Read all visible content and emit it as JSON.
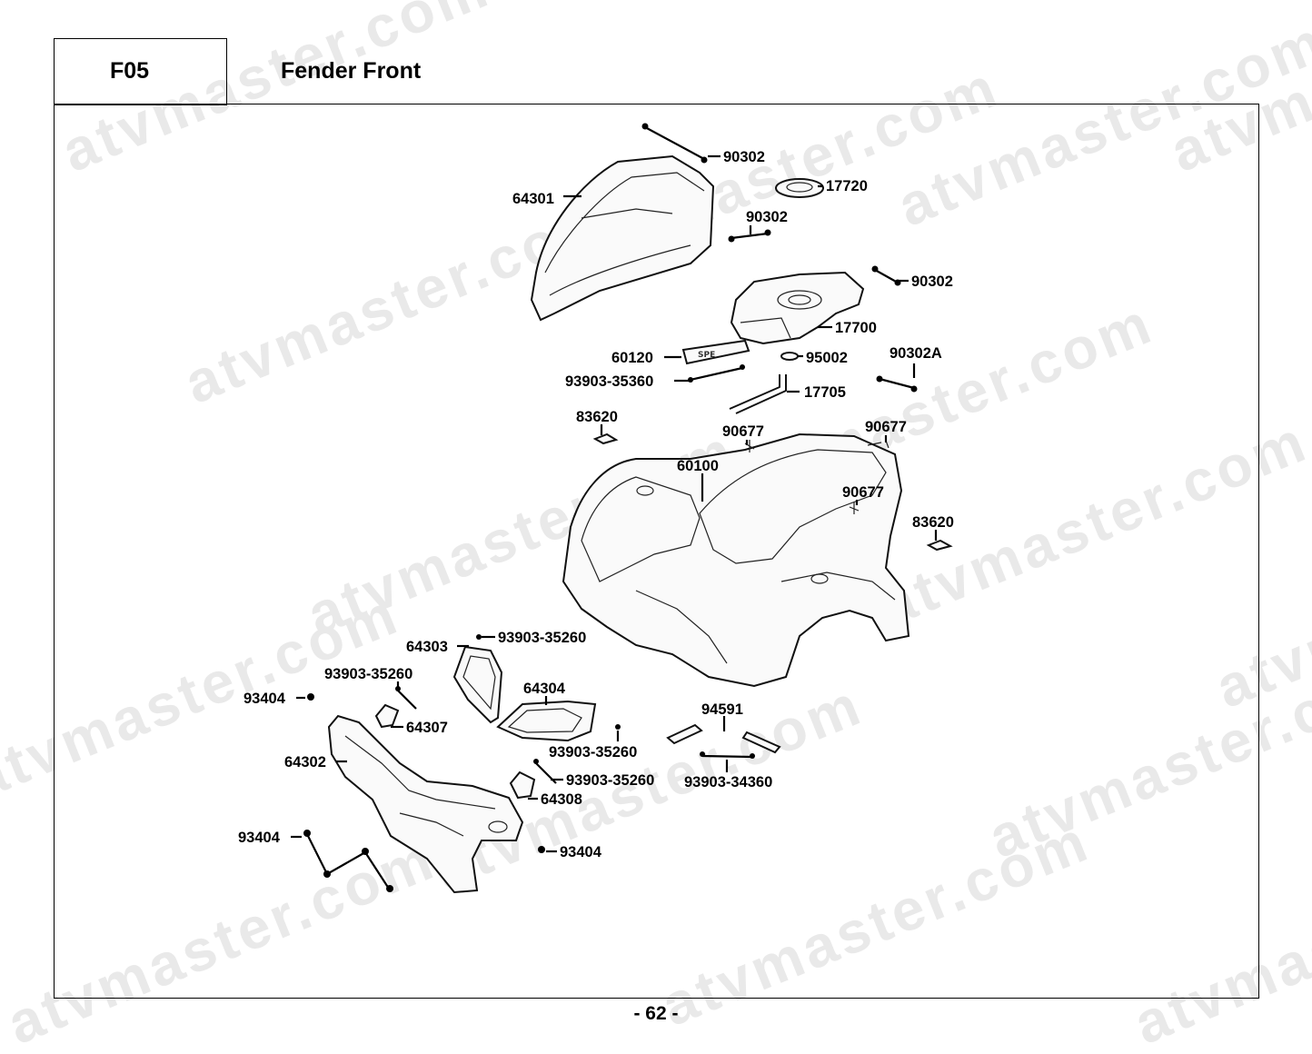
{
  "header": {
    "section_code": "F05",
    "section_title": "Fender Front"
  },
  "footer": {
    "page_number": "- 62 -"
  },
  "watermark": "atvmaster.com",
  "part_labels": [
    "90302",
    "17720",
    "64301",
    "90302",
    "90302",
    "17700",
    "60120",
    "95002",
    "90302A",
    "93903-35360",
    "17705",
    "83620",
    "90677",
    "90677",
    "60100",
    "90677",
    "83620",
    "64303",
    "93903-35260",
    "93903-35260",
    "93404",
    "64307",
    "64304",
    "94591",
    "64302",
    "93903-35260",
    "93903-35260",
    "93903-34360",
    "64308",
    "93404",
    "93404"
  ]
}
